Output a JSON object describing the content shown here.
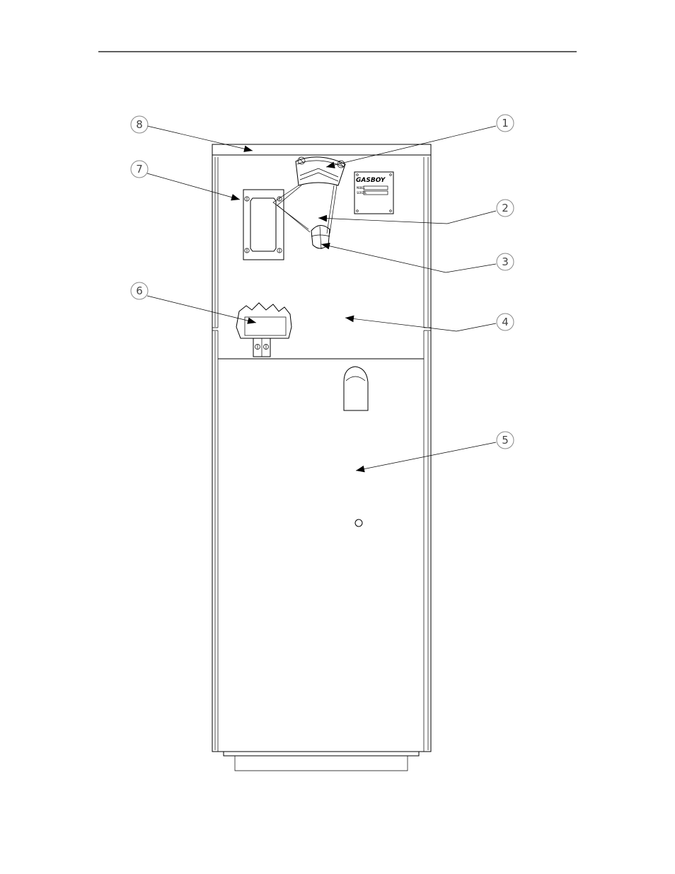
{
  "brand": "GASBOY",
  "nameplate": {
    "lines": [
      "MODEL",
      "SERIAL"
    ]
  },
  "callouts": [
    {
      "label": "1"
    },
    {
      "label": "2"
    },
    {
      "label": "3"
    },
    {
      "label": "4"
    },
    {
      "label": "5"
    },
    {
      "label": "6"
    },
    {
      "label": "7"
    },
    {
      "label": "8"
    }
  ]
}
